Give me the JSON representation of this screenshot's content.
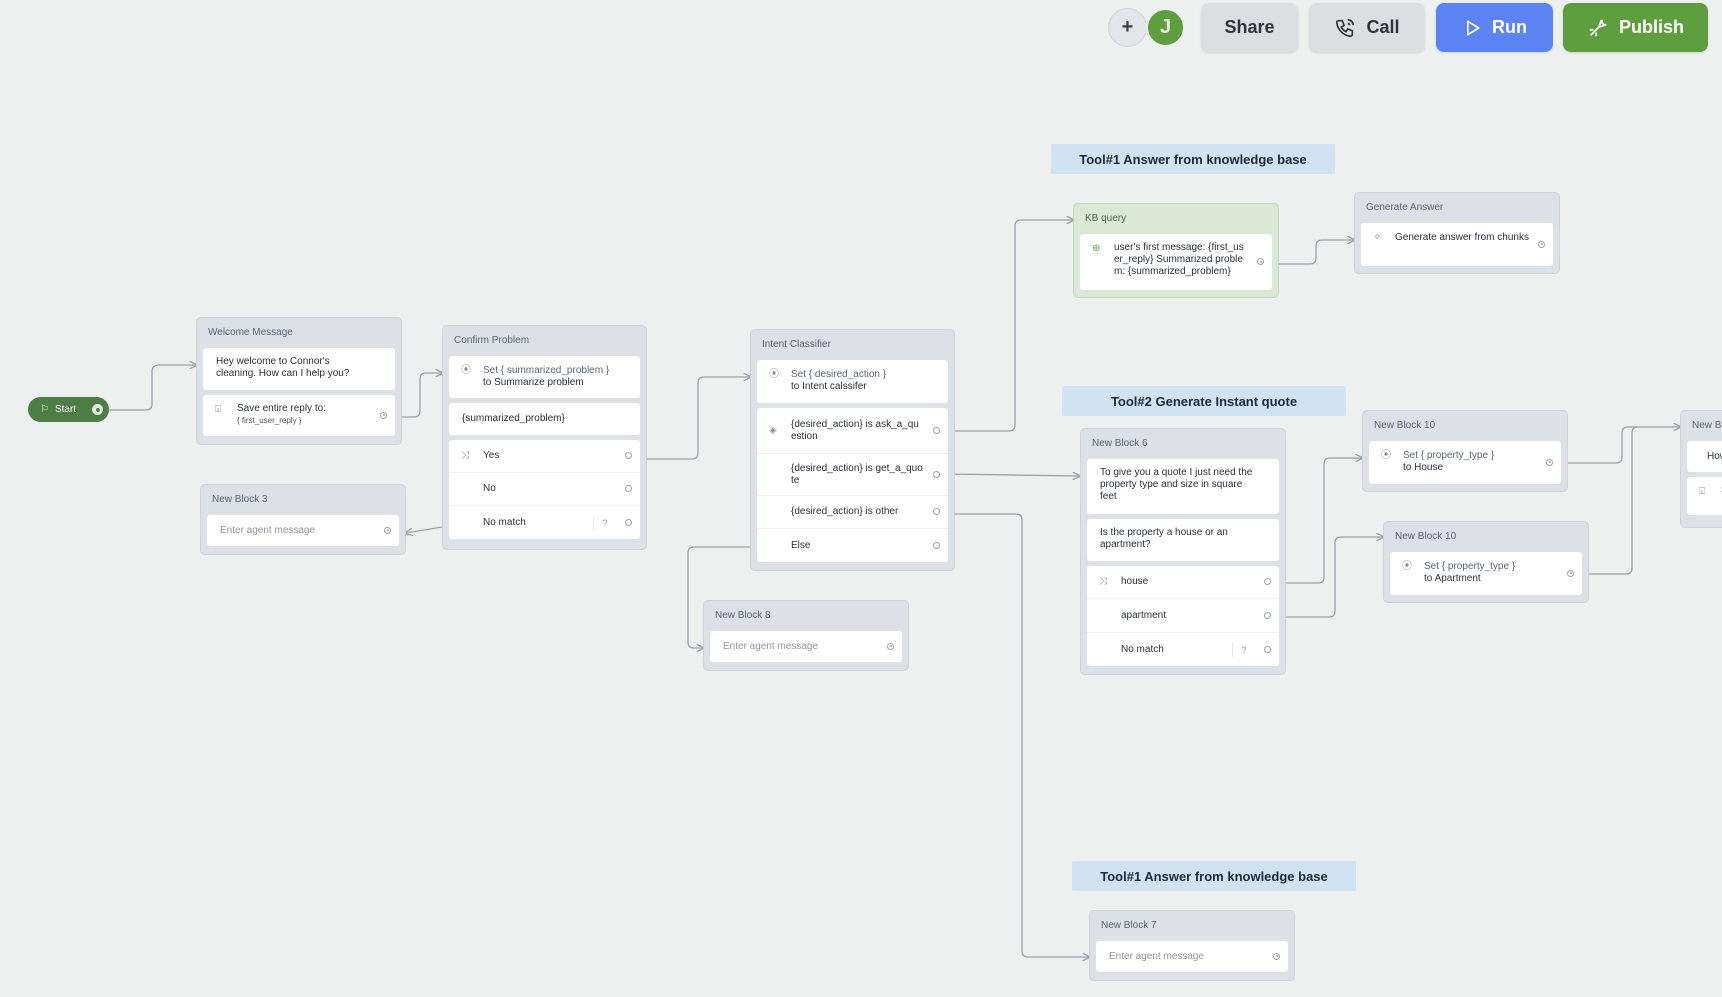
{
  "toolbar": {
    "add_icon": "plus-icon",
    "avatar_initial": "J",
    "share_label": "Share",
    "call_label": "Call",
    "call_icon": "phone-icon",
    "run_label": "Run",
    "run_icon": "play-icon",
    "publish_label": "Publish",
    "publish_icon": "publish-icon",
    "colors": {
      "run": "#5c83f4",
      "publish": "#5f9e3f",
      "avatar": "#5f9e3f"
    }
  },
  "start": {
    "label": "Start",
    "icon": "flag-icon"
  },
  "tool_labels": {
    "tool1_top": "Tool#1 Answer from knowledge base",
    "tool2": "Tool#2 Generate Instant quote",
    "tool1_bottom": "Tool#1 Answer from knowledge base"
  },
  "blocks": {
    "welcome": {
      "title": "Welcome Message",
      "message": "Hey welcome to Connor's cleaning. How can I help you?",
      "save_label": "Save entire reply to:",
      "save_var": "{ first_user_reply }"
    },
    "block3": {
      "title": "New Block 3",
      "placeholder": "Enter agent message"
    },
    "confirm": {
      "title": "Confirm Problem",
      "set_line1": "Set { summarized_problem }",
      "set_line2": "to Summarize problem",
      "message": "{summarized_problem}",
      "options": [
        "Yes",
        "No",
        "No match"
      ]
    },
    "intent": {
      "title": "Intent Classifier",
      "set_line1": "Set { desired_action }",
      "set_line2": "to Intent calssifer",
      "conditions": [
        "{desired_action} is ask_a_question",
        "{desired_action} is get_a_quote",
        "{desired_action} is other",
        "Else"
      ]
    },
    "block8": {
      "title": "New Block 8",
      "placeholder": "Enter agent message"
    },
    "kb": {
      "title": "KB query",
      "query": "user's first message: {first_user_reply} Summarized problem: {summarized_problem}"
    },
    "gen": {
      "title": "Generate Answer",
      "text": "Generate answer from chunks"
    },
    "block6": {
      "title": "New Block 6",
      "message1": "To give you a quote I just need the property type and size in square feet",
      "message2": "Is the property a house or an apartment?",
      "options": [
        "house",
        "apartment",
        "No match"
      ]
    },
    "block10a": {
      "title": "New Block 10",
      "set_line1": "Set { property_type }",
      "set_line2": "to House"
    },
    "block10b": {
      "title": "New Block 10",
      "set_line1": "Set { property_type }",
      "set_line2": "to Apartment"
    },
    "block_partial": {
      "title": "New Bl",
      "line1": "How",
      "line2": "S"
    },
    "block7": {
      "title": "New Block 7",
      "placeholder": "Enter agent message"
    }
  }
}
